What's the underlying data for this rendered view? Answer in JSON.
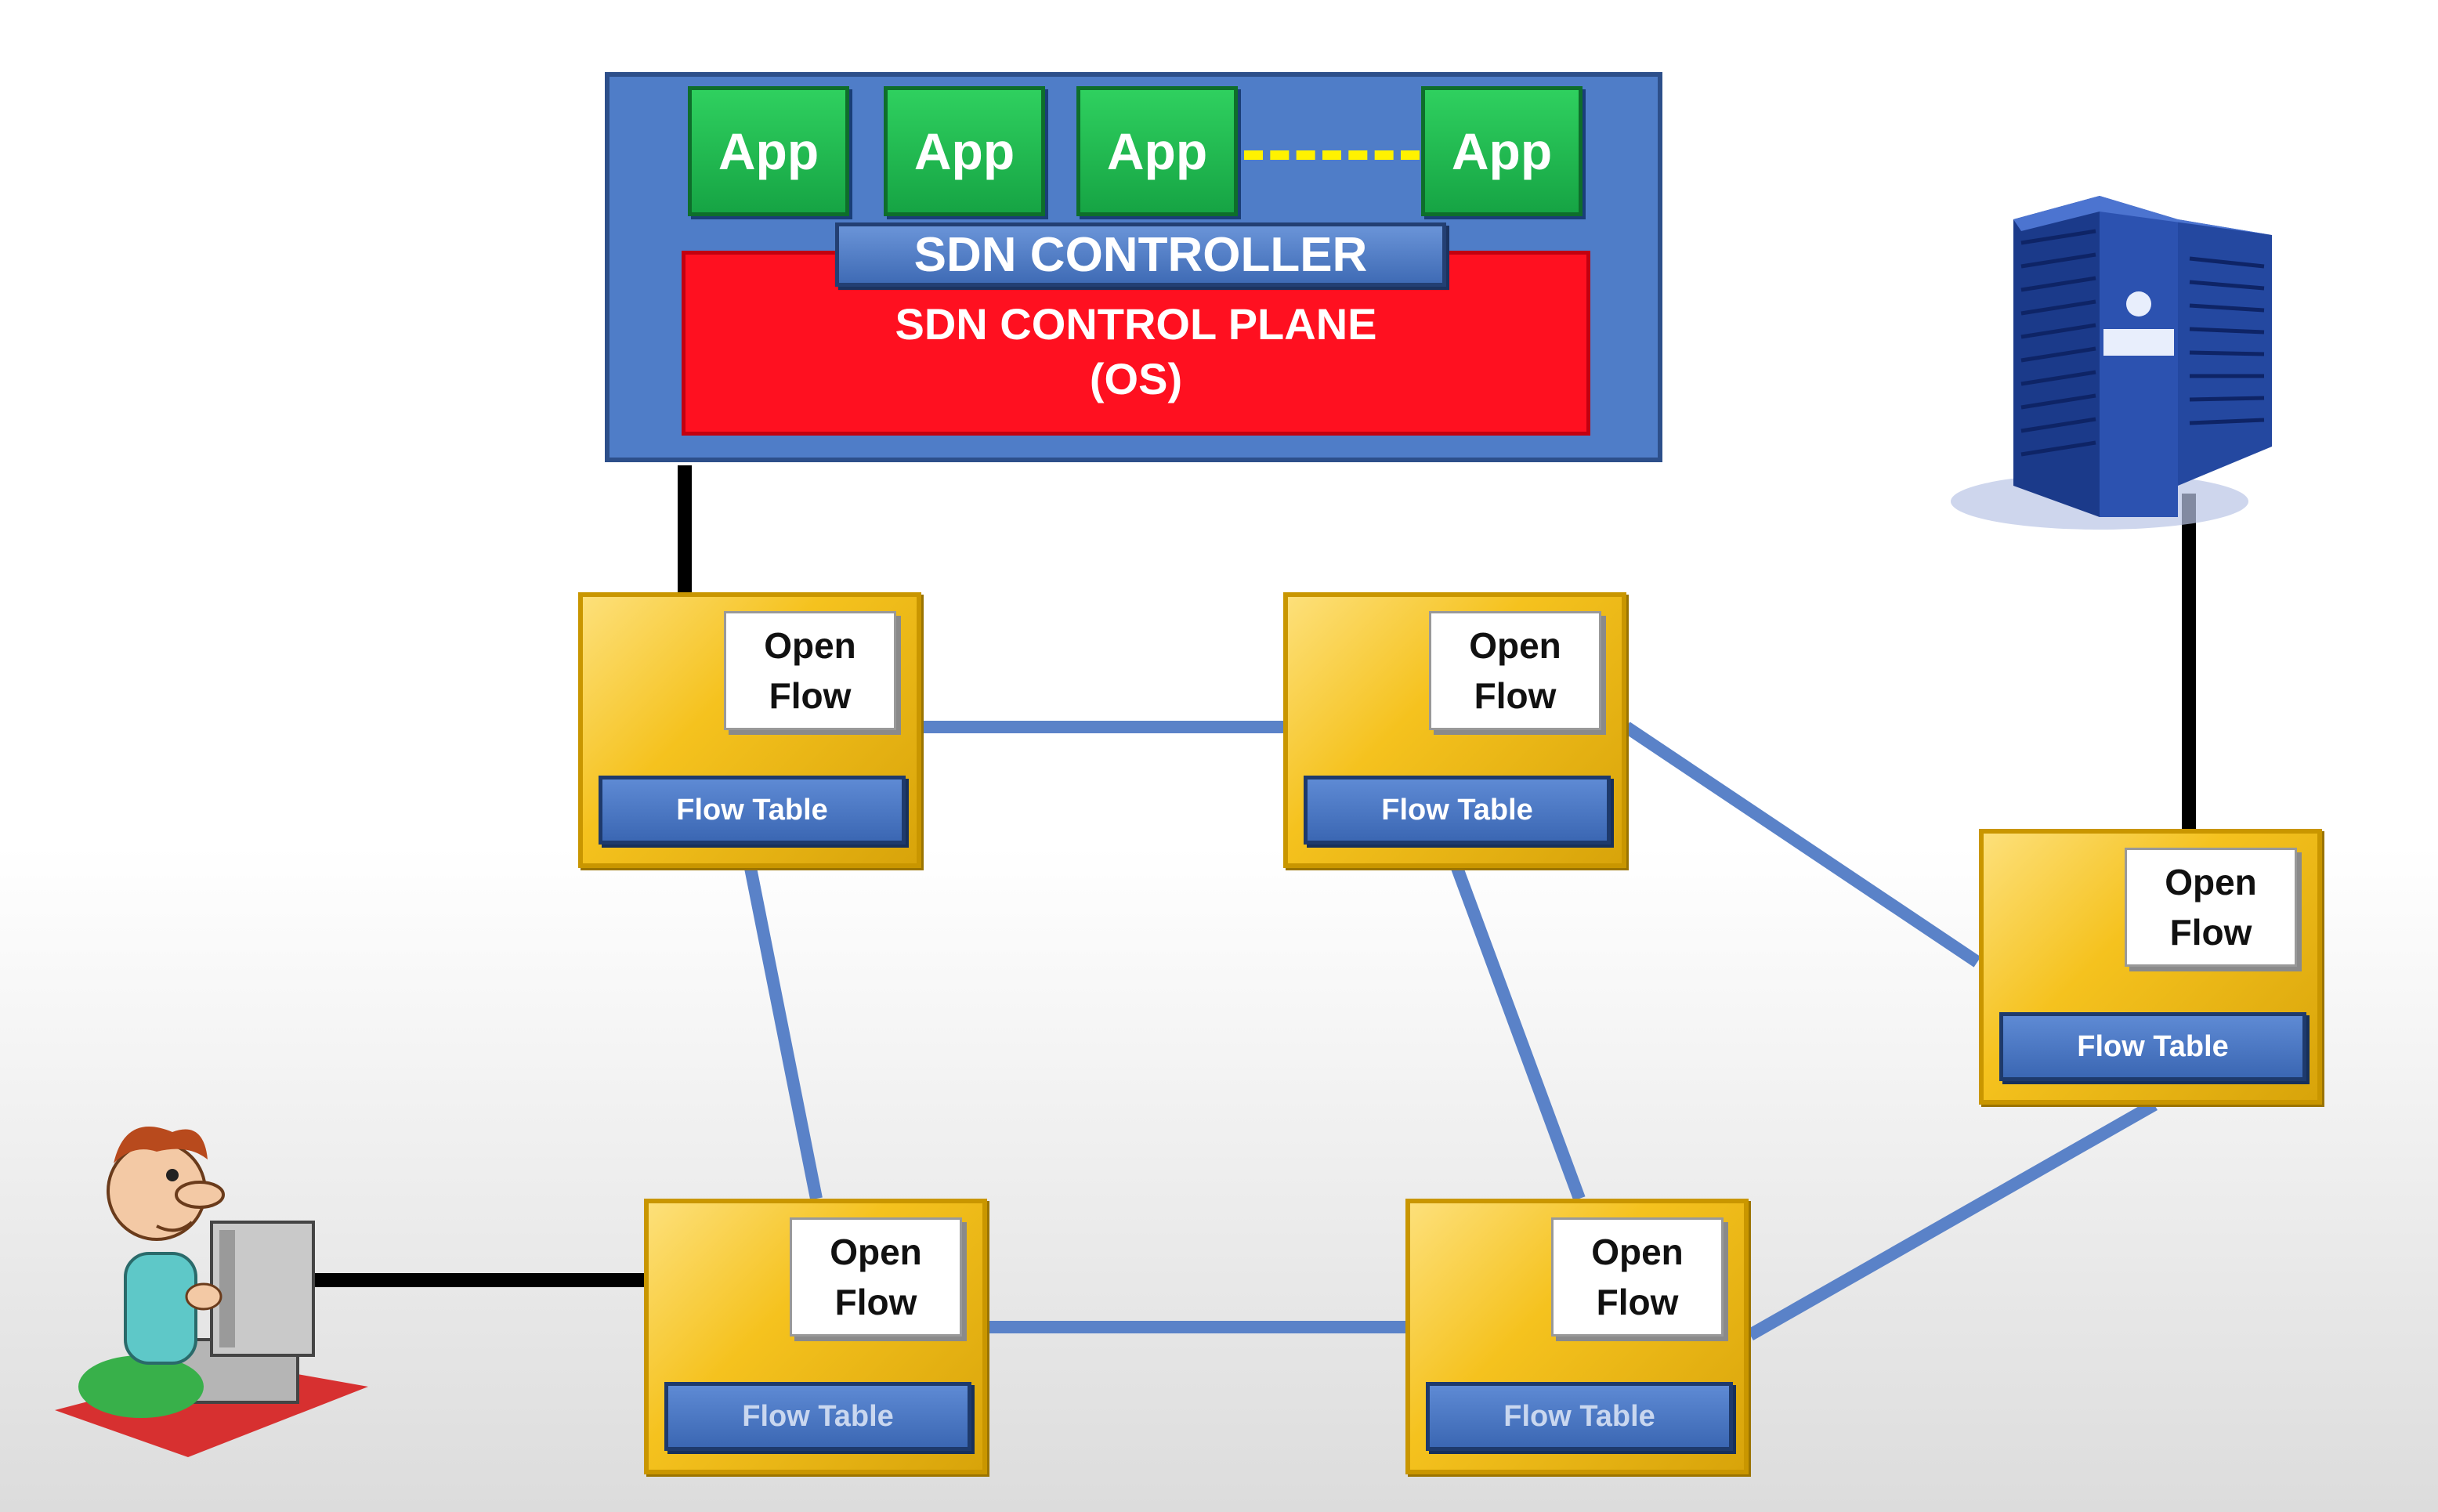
{
  "controller": {
    "apps": [
      "App",
      "App",
      "App",
      "App"
    ],
    "controller_label": "SDN CONTROLLER",
    "control_plane_line1": "SDN CONTROL PLANE",
    "control_plane_line2": "(OS)"
  },
  "switches": [
    {
      "id": "top-left",
      "openflow_line1": "Open",
      "openflow_line2": "Flow",
      "flow_table": "Flow Table"
    },
    {
      "id": "top-middle",
      "openflow_line1": "Open",
      "openflow_line2": "Flow",
      "flow_table": "Flow Table"
    },
    {
      "id": "right",
      "openflow_line1": "Open",
      "openflow_line2": "Flow",
      "flow_table": "Flow Table"
    },
    {
      "id": "bottom-left",
      "openflow_line1": "Open",
      "openflow_line2": "Flow",
      "flow_table": "Flow Table"
    },
    {
      "id": "bottom-middle",
      "openflow_line1": "Open",
      "openflow_line2": "Flow",
      "flow_table": "Flow Table"
    }
  ],
  "icons": {
    "server": "server-rack-icon",
    "user": "user-at-computer-icon"
  },
  "colors": {
    "controller_bg": "#4f7dc8",
    "app_green": "#16a444",
    "control_plane_red": "#ff1020",
    "switch_yellow": "#f5c21e",
    "link_blue": "#5a82c8",
    "control_link_black": "#000000"
  }
}
